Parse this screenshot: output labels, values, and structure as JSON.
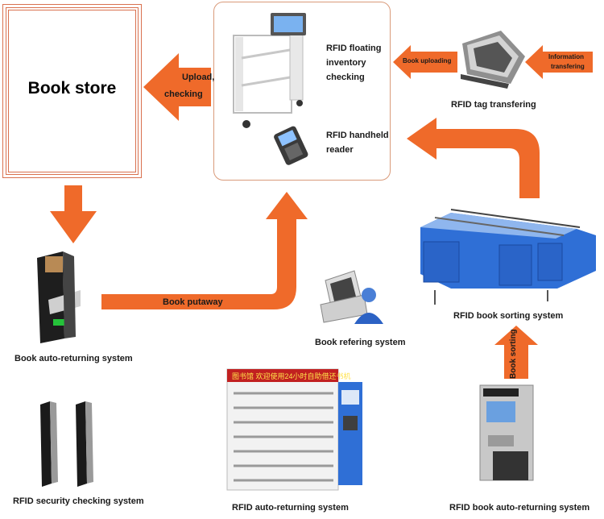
{
  "store": {
    "title": "Book store"
  },
  "arrows": {
    "upload_checking": [
      "Upload,",
      "checking"
    ],
    "book_uploading": "Book uploading",
    "information_transfering": [
      "Information",
      "transfering"
    ],
    "book_putaway": "Book putaway",
    "book_sorting": "Book sorting"
  },
  "labels": {
    "floating_inventory": [
      "RFID floating",
      "inventory",
      "checking"
    ],
    "handheld_reader": [
      "RFID handheld",
      "reader"
    ],
    "tag_transfering": "RFID tag transfering",
    "auto_returning_left": "Book auto-returning system",
    "book_refering": "Book refering system",
    "book_sorting_system": "RFID book sorting system",
    "security_checking": "RFID security checking system",
    "auto_returning_center": "RFID auto-returning system",
    "book_auto_returning_right": "RFID book auto-returning system"
  },
  "colors": {
    "arrow": "#ef6a2a",
    "frame": "#d9714f",
    "machine_blue": "#2f6fd6"
  },
  "screens": {
    "cabinet_banner": "图书馆 欢迎使用24小时自助借还书机"
  }
}
